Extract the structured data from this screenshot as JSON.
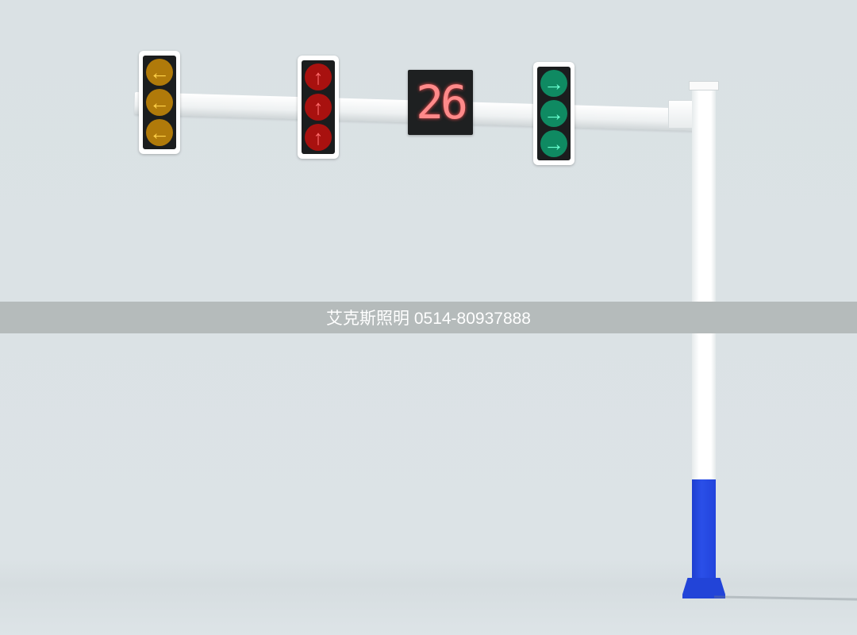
{
  "scene": {
    "description": "Traffic signal gantry with arrow signals and countdown display",
    "background_color": "#dae1e4",
    "pole_color": "#ffffff",
    "pole_base_color": "#2244d8"
  },
  "signals": [
    {
      "position": "left",
      "color": "#f5b316",
      "glyph": "←",
      "icon": "left-arrow-icon",
      "lamps": 3
    },
    {
      "position": "center-left",
      "color": "#e8201e",
      "glyph": "↑",
      "icon": "up-arrow-icon",
      "lamps": 3
    },
    {
      "position": "right",
      "color": "#1ed9a0",
      "glyph": "→",
      "icon": "right-arrow-icon",
      "lamps": 3
    }
  ],
  "countdown": {
    "value": "26",
    "color": "#ff8a8a"
  },
  "watermark": {
    "text": "艾克斯照明 0514-80937888"
  }
}
